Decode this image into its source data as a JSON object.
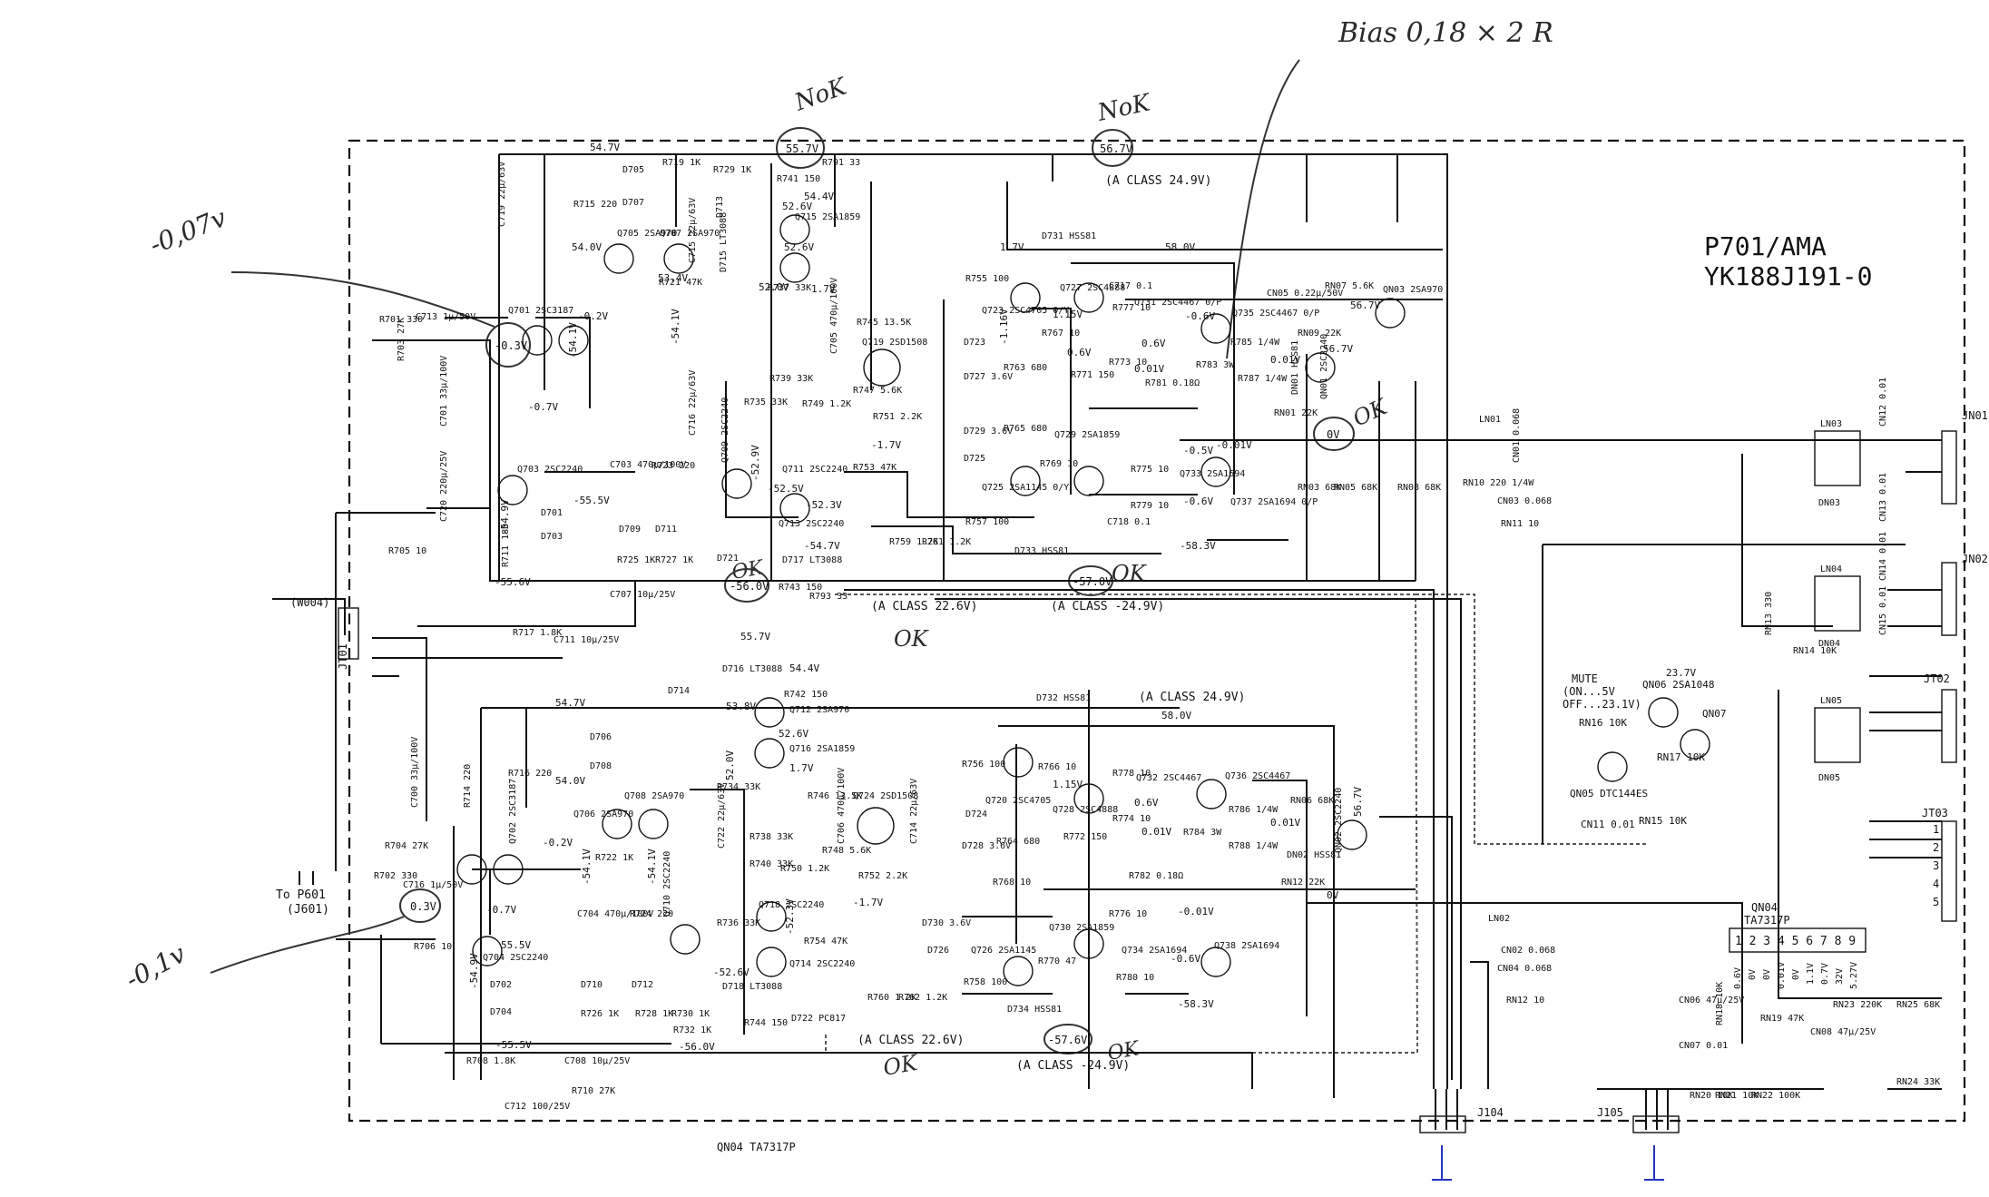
{
  "title": {
    "model": "P701/AMA",
    "part_number": "YK188J191-0"
  },
  "annotations": {
    "bias_note": "Bias   0,18 × 2 R",
    "nok_1": "NoK",
    "nok_2": "NoK",
    "ok_1": "OK",
    "ok_2": "OK",
    "ok_3": "OK",
    "ok_4": "OK",
    "ok_5": "OK",
    "ok_6": "OK",
    "offset_top": "-0,07v",
    "offset_bottom": "-0,1v",
    "circled_55_7": "55.7V",
    "circled_56_7": "56.7V",
    "circled_minus_0_3": "-0.3V",
    "circled_0_3": "0.3V",
    "circled_0v": "0V",
    "circled_56_0": "-56.0V",
    "circled_57_0": "-57.0V",
    "circled_57_6": "-57.6V"
  },
  "class_labels": {
    "top_pos": "(A CLASS 24.9V)",
    "top_neg_left": "(A CLASS 22.6V)",
    "top_neg_right": "(A CLASS -24.9V)",
    "bot_pos": "(A CLASS 24.9V)",
    "bot_neg_left": "(A CLASS 22.6V)",
    "bot_neg_right": "(A CLASS -24.9V)"
  },
  "connectors": {
    "w004": "(W004)",
    "jt01": "JT01",
    "to_p601": "To P601",
    "j601": "(J601)",
    "jn01": "JN01",
    "jn02": "JN02",
    "jt02": "JT02",
    "jt03": "JT03",
    "j104": "J104",
    "j105": "J105",
    "qn04_bottom": "QN04 TA7317P",
    "qn04_box": "QN04",
    "qn04_box_part": "TA7317P",
    "qn04_pins": "1 2 3 4 5 6 7 8 9"
  },
  "mute": {
    "mute_label": "MUTE",
    "on": "(ON...5V",
    "off": "OFF...23.1V)",
    "qn06": "QN06 2SA1048",
    "qn05": "QN05 DTC144ES",
    "qn07": "QN07",
    "v23": "23.7V",
    "rn16": "RN16 10K",
    "rn17": "RN17 10K",
    "rn15": "RN15 10K",
    "cn11": "CN11 0.01"
  },
  "voltages_top": {
    "v54_7": "54.7V",
    "v54_0": "54.0V",
    "v54_4": "54.4V",
    "v52_6a": "52.6V",
    "v52_6b": "52.6V",
    "v53_4": "53.4V",
    "v52_0": "52.0V",
    "v1_7a": "1.7V",
    "v1_7b": "1.7V",
    "v58_0": "58.0V",
    "v56_7": "56.7V",
    "v56_7b": "56.7V",
    "v1_15": "1.15V",
    "v0_6a": "0.6V",
    "v0_6b": "0.6V",
    "v0_6c": "-0.6V",
    "v0_01": "0.01V",
    "v0_01b": "0.01V",
    "vm0_2": "-0.2V",
    "vm0_7": "-0.7V",
    "vm54_1a": "-54.1V",
    "vm54_1b": "-54.1V",
    "vm55_5": "-55.5V",
    "vm55_6": "-55.6V",
    "vm54_9": "-54.9V",
    "vm52_9": "-52.9V",
    "vm52_5": "-52.5V",
    "vm52_3": "-52.3V",
    "vm54_7": "-54.7V",
    "vm1_7": "-1.7V",
    "vm1_16": "-1.16V",
    "vm0_5": "-0.5V",
    "vm0_6": "-0.6V",
    "vm58_3": "-58.3V",
    "vm0_01": "-0.01V"
  },
  "voltages_bottom": {
    "v54_7": "54.7V",
    "v54_0": "54.0V",
    "v55_7": "55.7V",
    "v54_4": "54.4V",
    "v53_8": "53.8V",
    "v52_6": "52.6V",
    "v52_0": "52.0V",
    "v1_7": "1.7V",
    "v58_0": "58.0V",
    "v56_7": "56.7V",
    "v15": "1.15V",
    "v0_6": "0.6V",
    "v0_01": "0.01V",
    "v0_01b": "0.01V",
    "vm0_2": "-0.2V",
    "vm0_7": "-0.7V",
    "vm54_1a": "-54.1V",
    "vm54_1b": "-54.1V",
    "v55_5": "55.5V",
    "vm55_5": "-55.5V",
    "vm54_9": "-54.9V",
    "vm52_3": "-52.3V",
    "vm52_6": "-52.6V",
    "vm56_0": "-56.0V",
    "vm1_7": "-1.7V",
    "vm0_6": "-0.6V",
    "vm0_01": "-0.01V",
    "vm58_3": "-58.3V",
    "v0v": "0V"
  },
  "parts_top": {
    "q701": "Q701 2SC3187",
    "q703": "Q703 2SC2240",
    "q705": "Q705 2SA970",
    "q707": "Q707 2SA970",
    "q709": "Q709 2SC2240",
    "q711": "Q711 2SC2240",
    "q713": "Q713 2SC2240",
    "q715": "Q715 2SA1859",
    "q719": "Q719 2SD1508",
    "q723": "Q723 2SC4705 0/Y",
    "q725": "Q725 2SA1145 0/Y",
    "q727": "Q727 2SC4888",
    "q729": "Q729 2SA1859",
    "q731": "Q731 2SC4467 0/P",
    "q733": "Q733 2SA1694",
    "q735": "Q735 2SC4467 0/P",
    "q737": "Q737 2SA1694 0/P",
    "qn01": "QN01 2SC2240",
    "qn03": "QN03 2SA970",
    "d701": "D701",
    "d703": "D703",
    "d705": "D705",
    "d707": "D707",
    "d709": "D709",
    "d711": "D711",
    "d713": "D713",
    "d715": "D715 LT3088",
    "d717": "D717 LT3088",
    "d721": "D721",
    "d723": "D723",
    "d725": "D725",
    "d727": "D727 3.6V",
    "d729": "D729 3.6V",
    "d731": "D731 HSS81",
    "d733": "D733 HSS81",
    "dn01": "DN01 HSS81",
    "r701": "R701 330",
    "r703": "R703 27K",
    "r705": "R705 10",
    "r711": "R711 180",
    "r715": "R715 220",
    "r717": "R717 1.8K",
    "r719": "R719 1K",
    "r721": "R721 47K",
    "r723": "R723 220",
    "r725": "R725 1K",
    "r727": "R727 1K",
    "r729": "R729 1K",
    "r735": "R735 33K",
    "r737": "R737 33K",
    "r739": "R739 33K",
    "r741": "R741 150",
    "r743": "R743 150",
    "r745": "R745 13.5K",
    "r747": "R747 5.6K",
    "r749": "R749 1.2K",
    "r751": "R751 2.2K",
    "r753": "R753 47K",
    "r755": "R755 100",
    "r757": "R757 100",
    "r759": "R759 1.2K",
    "r761": "R761 1.2K",
    "r763": "R763 680",
    "r765": "R765 680",
    "r767": "R767 10",
    "r769": "R769 10",
    "r771": "R771 150",
    "r773": "R773 10",
    "r775": "R775 10",
    "r777": "R777 10",
    "r779": "R779 10",
    "r781": "R781 0.18Ω",
    "r783": "R783 3W",
    "r785": "R785 1/4W",
    "r787": "R787 1/4W",
    "r791": "R791 33",
    "r793": "R793 33",
    "rn01": "RN01 22K",
    "rn03": "RN03 68K",
    "rn05": "RN05 68K",
    "rn07": "RN07 5.6K",
    "rn08": "RN08 68K",
    "rn09": "RN09 22K",
    "c701": "C701 33µ/100V",
    "c703": "C703 470µ/100V",
    "c705": "C705 470µ/100V",
    "c707": "C707 10µ/25V",
    "c711": "C711 10µ/25V",
    "c713": "C713 1µ/50V",
    "c715": "C715 22µ/63V",
    "c716": "C716 22µ/63V",
    "c717": "C717 0.1",
    "c718": "C718 0.1",
    "c719": "C719 22µ/63V",
    "c720": "C720 220µ/25V",
    "cn05": "CN05 0.22µ/50V"
  },
  "parts_bottom": {
    "q702": "Q702 2SC3187",
    "q704": "Q704 2SC2240",
    "q706": "Q706 2SA970",
    "q708": "Q708 2SA970",
    "q710": "Q710 2SC2240",
    "q712": "Q712 2SA970",
    "q714": "Q714 2SC2240",
    "q716": "Q716 2SA1859",
    "q718": "Q718 2SC2240",
    "q720": "Q720 2SC4705",
    "q724": "Q724 2SD1508",
    "q726": "Q726 2SA1145",
    "q728": "Q728 2SC4888",
    "q730": "Q730 2SA1859",
    "q732": "Q732 2SC4467",
    "q734": "Q734 2SA1694",
    "q736": "Q736 2SC4467",
    "q738": "Q738 2SA1694",
    "qn02": "QN02 2SC2240",
    "d702": "D702",
    "d704": "D704",
    "d706": "D706",
    "d708": "D708",
    "d710": "D710",
    "d712": "D712",
    "d714": "D714",
    "d716": "D716 LT3088",
    "d718": "D718 LT3088",
    "d722": "D722 PC817",
    "d724": "D724",
    "d726": "D726",
    "d728": "D728 3.6V",
    "d730": "D730 3.6V",
    "d732": "D732 HSS81",
    "d734": "D734 HSS81",
    "dn02": "DN02 HSS81",
    "r702": "R702 330",
    "r704": "R704 27K",
    "r706": "R706 10",
    "r708": "R708 1.8K",
    "r710": "R710 27K",
    "r714": "R714 220",
    "r716": "R716 220",
    "r722": "R722 1K",
    "r724": "R724 220",
    "r726": "R726 1K",
    "r728": "R728 1K",
    "r730": "R730 1K",
    "r732": "R732 1K",
    "r734": "R734 33K",
    "r736": "R736 33K",
    "r738": "R738 33K",
    "r740": "R740 33K",
    "r742": "R742 150",
    "r744": "R744 150",
    "r746": "R746 13.5K",
    "r748": "R748 5.6K",
    "r750": "R750 1.2K",
    "r752": "R752 2.2K",
    "r754": "R754 47K",
    "r756": "R756 100",
    "r758": "R758 100",
    "r760": "R760 1.2K",
    "r762": "R762 1.2K",
    "r764": "R764 680",
    "r766": "R766 10",
    "r768": "R768 10",
    "r770": "R770 47",
    "r772": "R772 150",
    "r774": "R774 10",
    "r776": "R776 10",
    "r778": "R778 10",
    "r780": "R780 10",
    "r782": "R782 0.18Ω",
    "r784": "R784 3W",
    "r786": "R786 1/4W",
    "r788": "R788 1/4W",
    "rn06": "RN06 68K",
    "rn12": "RN12 22K",
    "c700": "C700 33µ/100V",
    "c704": "C704 470µ/100V",
    "c706": "C706 470µ/100V",
    "c708": "C708 10µ/25V",
    "c712": "C712 100/25V",
    "c714": "C714 22µ/63V",
    "c716": "C716 1µ/50V",
    "c722": "C722 22µ/63V"
  },
  "output_section": {
    "ln01": "LN01",
    "ln02": "LN02",
    "ln03": "LN03",
    "ln04": "LN04",
    "ln05": "LN05",
    "dn03": "DN03",
    "dn04": "DN04",
    "dn05": "DN05",
    "rn10": "RN10 220 1/4W",
    "rn11": "RN11 10",
    "rn12": "RN12 10",
    "rn13": "RN13 330",
    "rn14": "RN14 10K",
    "rn18": "RN18 10K",
    "rn19": "RN19 47K",
    "rn20": "RN20 10K",
    "rn21": "RN21 10K",
    "rn22": "RN22 100K",
    "rn23": "RN23 220K",
    "rn24": "RN24 33K",
    "rn25": "RN25 68K",
    "cn01": "CN01 0.068",
    "cn02": "CN02 0.068",
    "cn03": "CN03 0.068",
    "cn04": "CN04 0.068",
    "cn06": "CN06 47µ/25V",
    "cn07": "CN07 0.01",
    "cn08": "CN08 47µ/25V",
    "cn12": "CN12 0.01",
    "cn13": "CN13 0.01",
    "cn14": "CN14 0.01",
    "cn15": "CN15 0.01",
    "pin_1": "1",
    "pin_2": "2",
    "pin_3": "3",
    "pin_4": "4",
    "pin_5": "5",
    "qn04_v1": "0.6V",
    "qn04_v2": "0V",
    "qn04_v3": "0V",
    "qn04_v4": "0.01V",
    "qn04_v5": "0V",
    "qn04_v6": "1.1V",
    "qn04_v7": "0.7V",
    "qn04_v8": "32V",
    "qn04_v9": "5.27V"
  }
}
